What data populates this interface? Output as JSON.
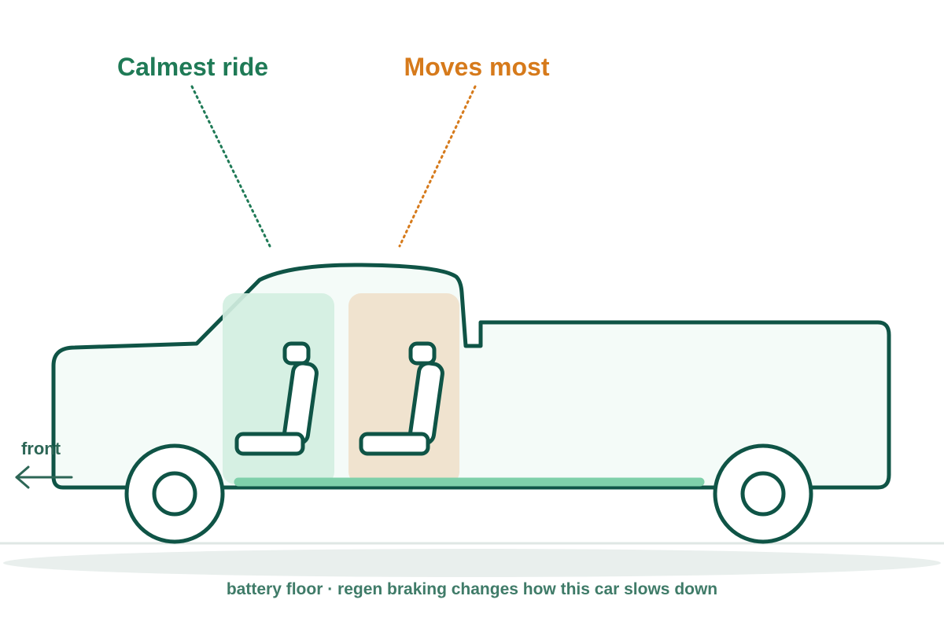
{
  "labels": {
    "calm_zone": "Calmest ride",
    "active_zone": "Moves most",
    "direction": "front",
    "caption": "battery floor · regen braking changes how this car slows down"
  },
  "colors": {
    "outline": "#0f5446",
    "body_fill": "#f4fbf8",
    "calm_accent": "#1f7a56",
    "calm_zone_fill": "#d3efe1",
    "active_accent": "#d67a1b",
    "active_zone_fill": "#efe2cc",
    "battery": "#7fd0aa",
    "ground_line": "#dfe7e4",
    "ground_shadow": "#e9efed",
    "caption_text": "#3f7b68",
    "direction_text": "#2d6656"
  },
  "icons": {
    "front_seat": "car-seat-icon",
    "rear_seat": "car-seat-icon",
    "direction": "arrow-left-icon"
  }
}
